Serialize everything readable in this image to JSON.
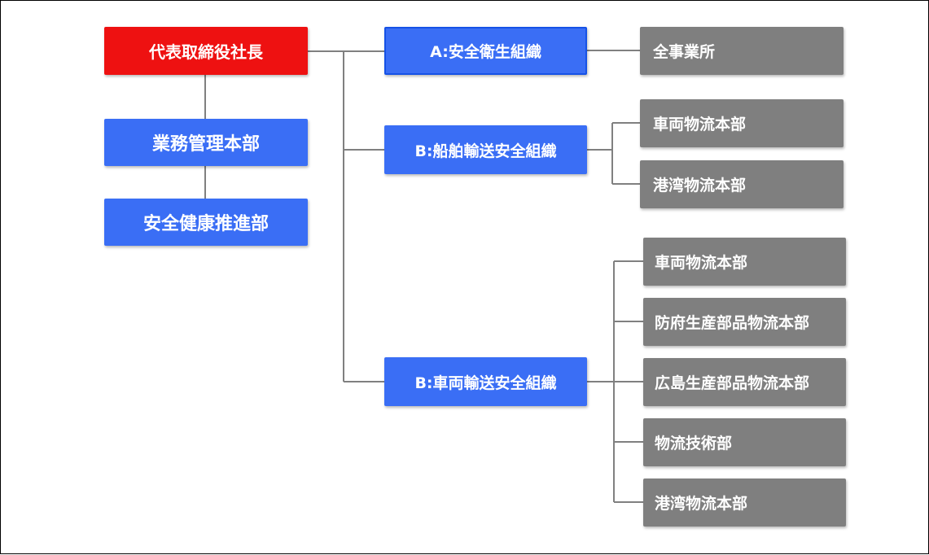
{
  "colors": {
    "executive": "#ee1111",
    "department": "#3a6ef5",
    "site": "#7f7f7f",
    "connector": "#808080"
  },
  "executive": {
    "label": "代表取締役社長"
  },
  "staff_departments": [
    {
      "label": "業務管理本部"
    },
    {
      "label": "安全健康推進部"
    }
  ],
  "organizations": [
    {
      "label": "A:安全衛生組織",
      "units": [
        {
          "label": "全事業所"
        }
      ]
    },
    {
      "label": "B:船舶輸送安全組織",
      "units": [
        {
          "label": "車両物流本部"
        },
        {
          "label": "港湾物流本部"
        }
      ]
    },
    {
      "label": "B:車両輸送安全組織",
      "units": [
        {
          "label": "車両物流本部"
        },
        {
          "label": "防府生産部品物流本部"
        },
        {
          "label": "広島生産部品物流本部"
        },
        {
          "label": "物流技術部"
        },
        {
          "label": "港湾物流本部"
        }
      ]
    }
  ]
}
